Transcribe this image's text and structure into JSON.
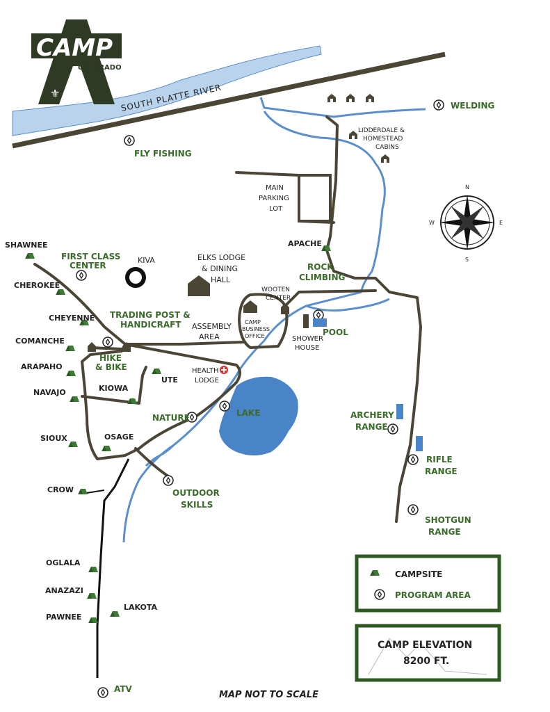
{
  "logo": {
    "word": "CAMP",
    "letter": "A",
    "sub": "COLORADO"
  },
  "river_label": "SOUTH PLATTE RIVER",
  "program_areas": {
    "welding": "WELDING",
    "fly_fishing": "FLY FISHING",
    "first_class_1": "FIRST CLASS",
    "first_class_2": "CENTER",
    "trading_post_1": "TRADING POST &",
    "trading_post_2": "HANDICRAFT",
    "hike_bike_1": "HIKE",
    "hike_bike_2": "& BIKE",
    "rock_climbing_1": "ROCK",
    "rock_climbing_2": "CLIMBING",
    "pool": "POOL",
    "nature": "NATURE",
    "lake": "LAKE",
    "outdoor_skills_1": "OUTDOOR",
    "outdoor_skills_2": "SKILLS",
    "archery_1": "ARCHERY",
    "archery_2": "RANGE",
    "rifle_1": "RIFLE",
    "rifle_2": "RANGE",
    "shotgun_1": "SHOTGUN",
    "shotgun_2": "RANGE",
    "atv": "ATV"
  },
  "facilities": {
    "lidderdale_1": "LIDDERDALE &",
    "lidderdale_2": "HOMESTEAD",
    "lidderdale_3": "CABINS",
    "parking_1": "MAIN",
    "parking_2": "PARKING",
    "parking_3": "LOT",
    "kiva": "KIVA",
    "elks_1": "ELKS LODGE",
    "elks_2": "& DINING",
    "elks_3": "HALL",
    "wooten_1": "WOOTEN",
    "wooten_2": "CENTER",
    "assembly_1": "ASSEMBLY",
    "assembly_2": "AREA",
    "business_1": "CAMP",
    "business_2": "BUSINESS",
    "business_3": "OFFICE",
    "shower_1": "SHOWER",
    "shower_2": "HOUSE",
    "health_1": "HEALTH",
    "health_2": "LODGE"
  },
  "campsites": {
    "shawnee": "SHAWNEE",
    "cherokee": "CHEROKEE",
    "cheyenne": "CHEYENNE",
    "comanche": "COMANCHE",
    "arapaho": "ARAPAHO",
    "navajo": "NAVAJO",
    "sioux": "SIOUX",
    "crow": "CROW",
    "oglala": "OGLALA",
    "anazazi": "ANAZAZI",
    "pawnee": "PAWNEE",
    "lakota": "LAKOTA",
    "kiowa": "KIOWA",
    "ute": "UTE",
    "osage": "OSAGE",
    "apache": "APACHE"
  },
  "compass": {
    "n": "N",
    "s": "S",
    "e": "E",
    "w": "W"
  },
  "legend": {
    "campsite": "CAMPSITE",
    "program_area": "PROGRAM AREA"
  },
  "elevation": {
    "line1": "CAMP ELEVATION",
    "line2": "8200 FT."
  },
  "footer_note": "MAP NOT TO SCALE",
  "colors": {
    "road": "#4a4535",
    "river_fill": "#b9d3ec",
    "stream": "#5b8fcc",
    "lake": "#4a84c8",
    "green_text": "#3a6b2a",
    "tent": "#3d7a35",
    "frame": "#2e5a22",
    "building": "#4a4535"
  }
}
